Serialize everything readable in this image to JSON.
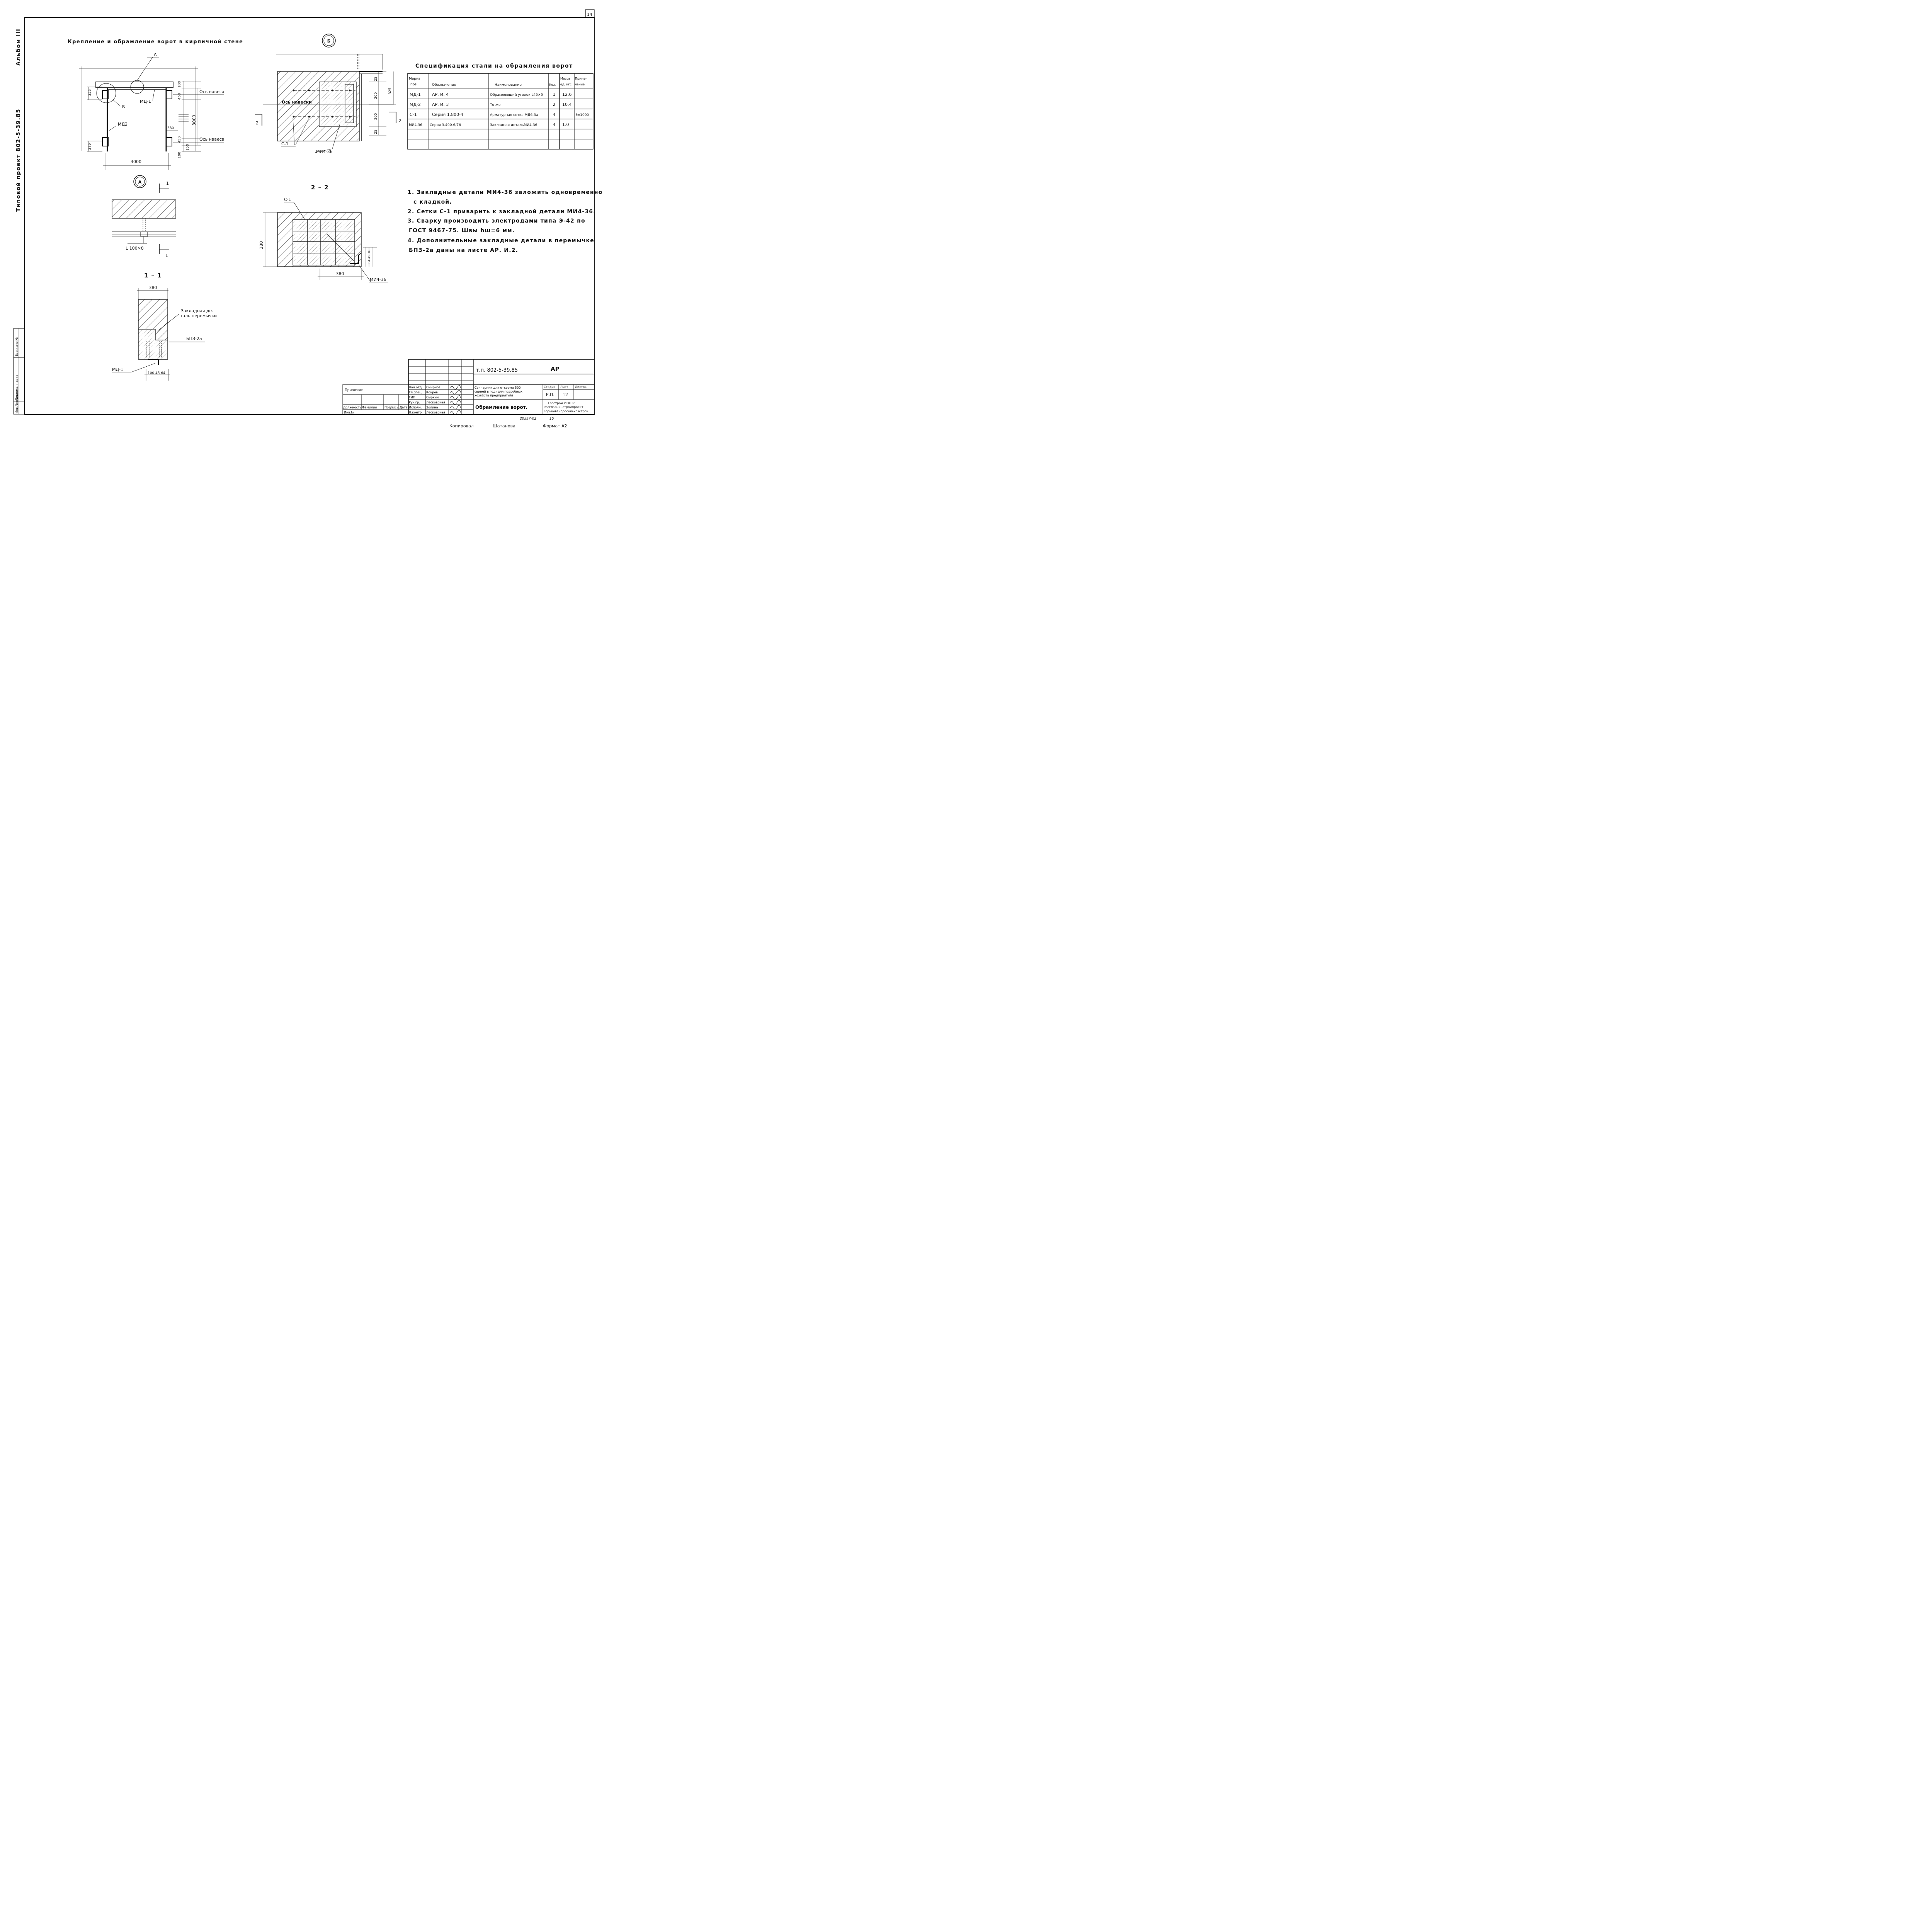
{
  "sheet_number": "14",
  "side_labels": {
    "album": "Альбом III",
    "project": "Типовой проект 802-5-39.85",
    "inv_cells": [
      "Инв.№подл.",
      "Подпись и дата",
      "Взам.инв.№"
    ]
  },
  "main_title": "Крепление и обрамление ворот в кирпичной стене",
  "plan": {
    "callout_a": "А",
    "callout_b": "Б",
    "md1": "МД-1",
    "md2": "МД2",
    "axis_top": "Ось навеса",
    "axis_bottom": "Ось навеса",
    "dim_325": "325",
    "dim_100_top": "100",
    "dim_450_top": "450",
    "dim_3000_v": "3000",
    "dim_380": "380",
    "dim_450_bot": "450",
    "dim_150": "150",
    "dim_100_bot": "100",
    "dim_379": "379",
    "dim_3000_h": "3000"
  },
  "node_a": {
    "circle": "А",
    "section_mark": "1",
    "angle": "L 100×8"
  },
  "section_11": {
    "title": "1 – 1",
    "dim_380": "380",
    "lintel_part": "Закладная деталь перемычки",
    "bpz": "БПЗ-2а",
    "md1": "МД-1",
    "dims_bottom": "100  45 64"
  },
  "node_b": {
    "circle": "Б",
    "axis": "Ось навески",
    "c1": "С-1",
    "mi": "МИ4-36",
    "cut_left": "2",
    "cut_right": "2",
    "dim_25_top": "25",
    "dim_200_a": "200",
    "dim_325": "325",
    "dim_200_b": "200",
    "dim_25_bot": "25"
  },
  "section_22": {
    "title": "2 – 2",
    "c1": "С-1",
    "dim_380_v": "380",
    "dim_380_h": "380",
    "mi": "МИ4-36",
    "small_dims": "64 45 16"
  },
  "spec": {
    "title": "Спецификация стали на обрамления ворот",
    "headers": [
      "Марка поз.",
      "Обозначение",
      "Наименование",
      "Кол.",
      "Масса ед, кгс",
      "Приме-чание"
    ],
    "rows": [
      [
        "МД-1",
        "АР. И. 4",
        "Обрамляющий уголок L45×5",
        "1",
        "12.6",
        ""
      ],
      [
        "МД-2",
        "АР. И. 3",
        "То же",
        "2",
        "10.4",
        ""
      ],
      [
        "С-1",
        "Серия 1.800-4",
        "Арматурная сетка МД6-3а",
        "4",
        "",
        "ℓ=1000"
      ],
      [
        "МИ4-36",
        "Серия 3.400-6/76",
        "Закладная детальМИ4-36",
        "4",
        "1.0",
        ""
      ],
      [
        "",
        "",
        "",
        "",
        "",
        ""
      ],
      [
        "",
        "",
        "",
        "",
        "",
        ""
      ]
    ]
  },
  "notes": [
    "1. Закладные детали МИ4-36 заложить одновременно",
    "с кладкой.",
    "2. Сетки С-1 приварить к закладной детали МИ4-36.",
    "3. Сварку производить электродами типа Э-42 по",
    "ГОСТ 9467-75. Швы hш=6 мм.",
    "4. Дополнительные закладные детали в перемычке",
    "БПЗ-2а даны на листе АР. И.2."
  ],
  "title_block": {
    "code": "т.п. 802-5-39.85",
    "mark": "АР",
    "bound": "Привязан:",
    "inv": "Инв.№",
    "roles": [
      "Нач.отд.",
      "Гл.спец.",
      "ГИП",
      "Рук.гр.",
      "Исполн.",
      "Н.контр."
    ],
    "names": [
      "Смирнов",
      "Кокрев",
      "Сыркин",
      "Лесковская",
      "Золина",
      "Лесковская"
    ],
    "sign_headers": [
      "Должность",
      "Фамилия",
      "Подпись",
      "Дата"
    ],
    "object": "Свинарник для откорма 500 свиней в год (для подсобных хозяйств предприятий)",
    "sheet_title": "Обрамление ворот.",
    "stage_h": "Стадия",
    "sheet_h": "Лист",
    "sheets_h": "Листов",
    "stage": "Р.П.",
    "sheet": "12",
    "org": [
      "Госстрой РСФСР",
      "Росглавнинстройпроект",
      "Горьковгипросельхозстрой"
    ],
    "archive": "20597-02",
    "page": "15"
  },
  "footer": {
    "copied": "Копировал",
    "copier": "Шатанова",
    "format": "Формат А2"
  }
}
